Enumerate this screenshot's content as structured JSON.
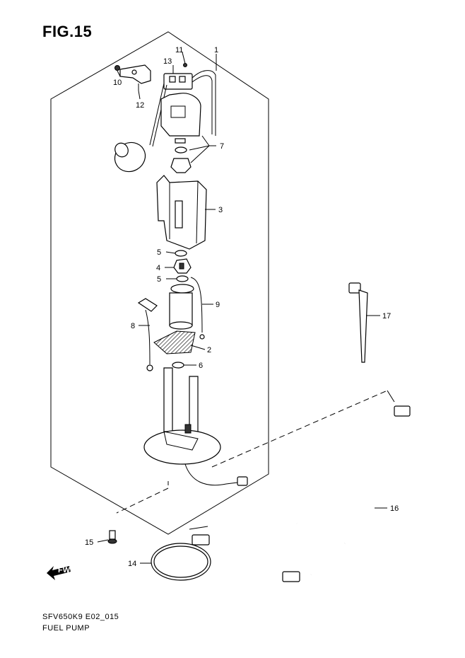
{
  "figure": {
    "title": "FIG.15",
    "code": "SFV650K9 E02_015",
    "name": "FUEL PUMP",
    "fwd_label": "FWD"
  },
  "callouts": [
    "1",
    "2",
    "3",
    "4",
    "5",
    "5",
    "6",
    "7",
    "8",
    "9",
    "10",
    "11",
    "12",
    "13",
    "14",
    "15",
    "16",
    "17"
  ]
}
